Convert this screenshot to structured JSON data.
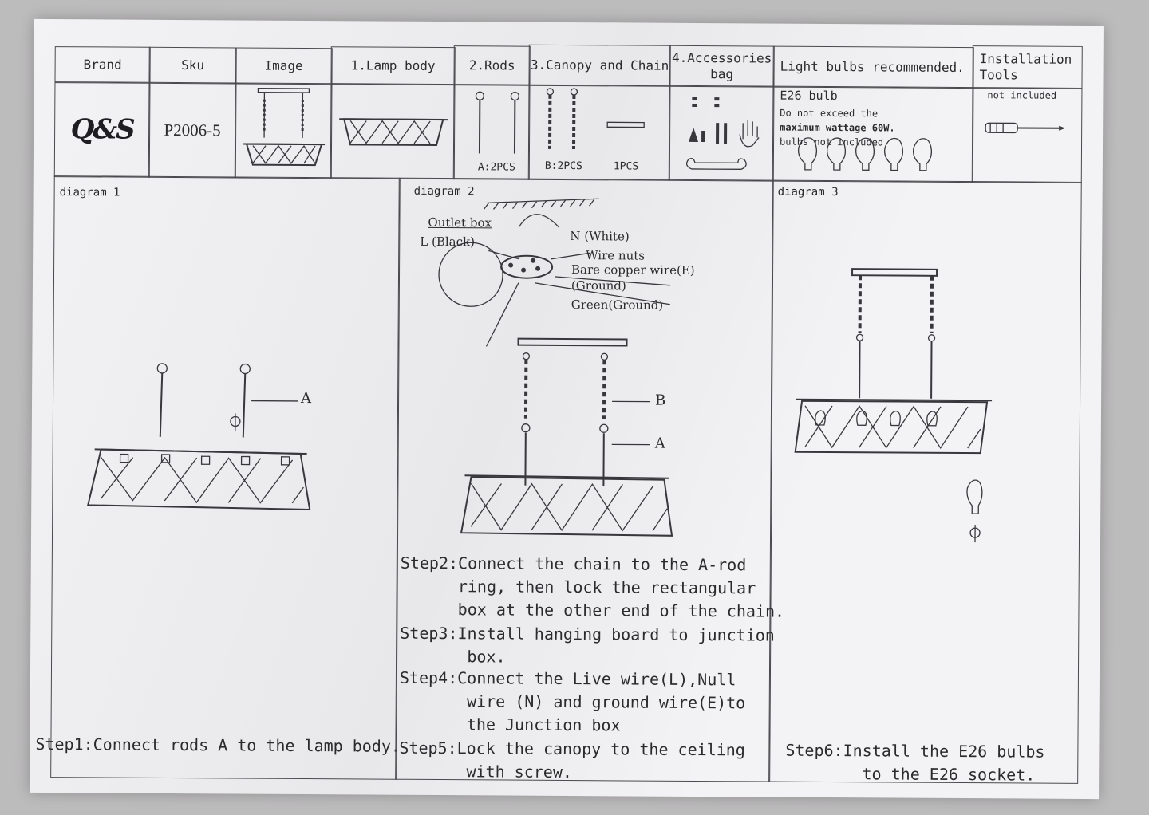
{
  "headers": {
    "brand": "Brand",
    "sku": "Sku",
    "image": "Image",
    "lamp_body": "1.Lamp body",
    "rods": "2.Rods",
    "canopy_chain": "3.Canopy and Chain",
    "accessories": "4.Accessories\nbag",
    "light_bulbs": "Light bulbs recommended.",
    "install_tools": "Installation\nTools"
  },
  "brand_logo_text": "Q&S",
  "sku_value": "P2006-5",
  "rods_qty": "A:2PCS",
  "chain_qty": "B:2PCS",
  "canopy_qty": "1PCS",
  "bulbs": {
    "type": "E26 bulb",
    "note1": "Do not exceed the",
    "note2": "maximum wattage 60W.",
    "note3": "bulbs not included"
  },
  "tools_note": "not included",
  "diagram1": {
    "title": "diagram 1",
    "label_a": "A"
  },
  "diagram2": {
    "title": "diagram 2",
    "outlet_box": "Outlet box",
    "l_black": "L (Black)",
    "n_white": "N (White)",
    "wire_nuts": "Wire nuts",
    "bare_copper": "Bare copper wire(E)",
    "ground": "(Ground)",
    "green_ground": "Green(Ground)",
    "label_b": "B",
    "label_a": "A"
  },
  "diagram3": {
    "title": "diagram 3"
  },
  "steps": {
    "step1": "Step1:Connect rods A to the lamp body.",
    "step2": "Step2:Connect the chain to the A-rod\n      ring, then lock the rectangular\n      box at the other end of the chain.",
    "step3": "Step3:Install hanging board to junction\n       box.",
    "step4": "Step4:Connect the Live wire(L),Null\n       wire (N) and ground wire(E)to\n       the Junction box",
    "step5": "Step5:Lock the canopy to the ceiling\n       with screw.",
    "step6": "Step6:Install the E26 bulbs\n        to the E26 socket."
  }
}
